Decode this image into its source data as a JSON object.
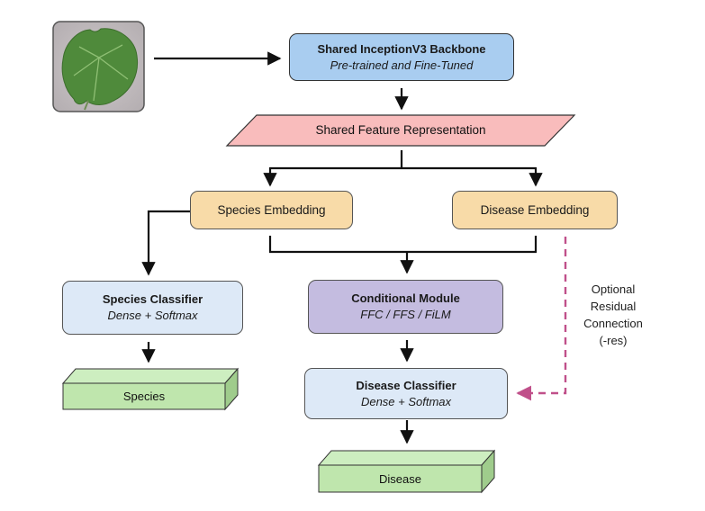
{
  "nodes": {
    "backbone": {
      "title": "Shared InceptionV3 Backbone",
      "subtitle": "Pre-trained and Fine-Tuned"
    },
    "feature": {
      "label": "Shared Feature Representation"
    },
    "species_embedding": {
      "label": "Species Embedding"
    },
    "disease_embedding": {
      "label": "Disease Embedding"
    },
    "species_classifier": {
      "title": "Species Classifier",
      "subtitle": "Dense + Softmax"
    },
    "conditional_module": {
      "title": "Conditional Module",
      "subtitle": "FFC / FFS / FiLM"
    },
    "disease_classifier": {
      "title": "Disease Classifier",
      "subtitle": "Dense + Softmax"
    },
    "species_output": {
      "label": "Species"
    },
    "disease_output": {
      "label": "Disease"
    }
  },
  "residual_note": [
    "Optional",
    "Residual",
    "Connection",
    "(-res)"
  ],
  "colors": {
    "backbone": "#a9cdf0",
    "feature": "#f9bcbc",
    "embedding": "#f8dba8",
    "classifier": "#dde9f7",
    "conditional": "#c4bce0",
    "output_top": "#cdeec0",
    "output_front": "#bfe6ad",
    "output_side": "#9fcc8c",
    "dashed": "#c0508a",
    "arrow": "#111111"
  }
}
